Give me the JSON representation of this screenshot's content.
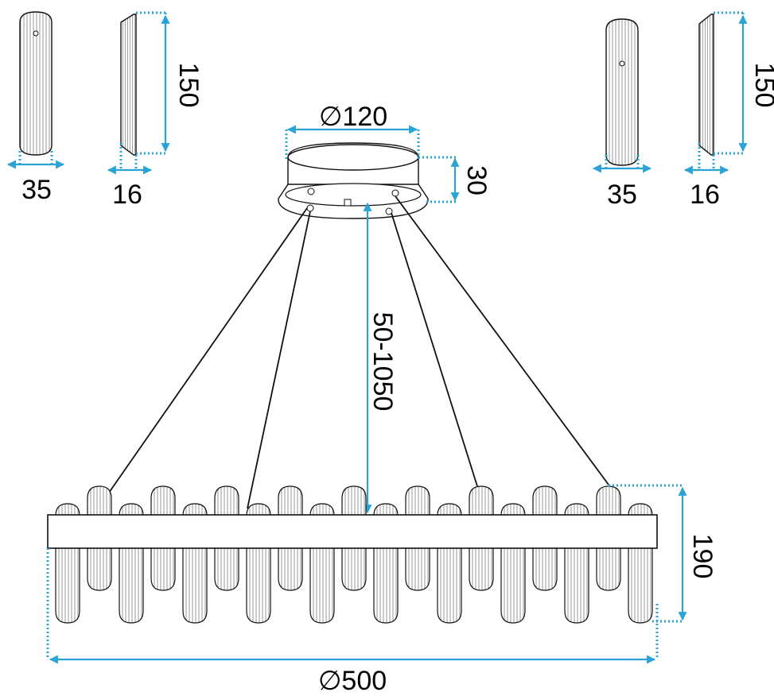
{
  "dimensions": {
    "crystal_left_width": "35",
    "crystal_left_depth": "16",
    "crystal_left_height": "150",
    "crystal_right_width": "35",
    "crystal_right_depth": "16",
    "crystal_right_height": "150",
    "canopy_diameter": "∅120",
    "canopy_height": "30",
    "cable_length": "50-1050",
    "lamp_height": "190",
    "lamp_diameter": "∅500"
  },
  "colors": {
    "dimension": "#2aa3d6",
    "outline": "#111111"
  }
}
